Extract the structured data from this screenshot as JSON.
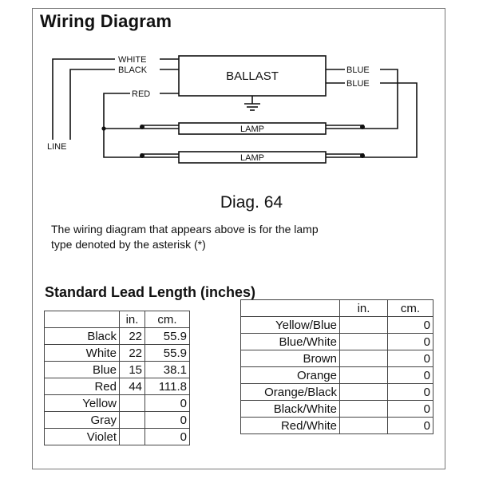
{
  "title": "Wiring Diagram",
  "diagram": {
    "ballast_label": "BALLAST",
    "lamp_labels": [
      "LAMP",
      "LAMP"
    ],
    "wire_labels": {
      "white": "WHITE",
      "black": "BLACK",
      "red": "RED",
      "blue1": "BLUE",
      "blue2": "BLUE",
      "line": "LINE"
    }
  },
  "diag_number": "Diag. 64",
  "note": "The wiring diagram that appears above is for the lamp type denoted by the asterisk (*)",
  "lead_table_title": "Standard Lead Length (inches)",
  "headers": {
    "in": "in.",
    "cm": "cm."
  },
  "left_rows": [
    {
      "color": "Black",
      "in": "22",
      "cm": "55.9"
    },
    {
      "color": "White",
      "in": "22",
      "cm": "55.9"
    },
    {
      "color": "Blue",
      "in": "15",
      "cm": "38.1"
    },
    {
      "color": "Red",
      "in": "44",
      "cm": "111.8"
    },
    {
      "color": "Yellow",
      "in": "",
      "cm": "0"
    },
    {
      "color": "Gray",
      "in": "",
      "cm": "0"
    },
    {
      "color": "Violet",
      "in": "",
      "cm": "0"
    }
  ],
  "right_rows": [
    {
      "color": "Yellow/Blue",
      "in": "",
      "cm": "0"
    },
    {
      "color": "Blue/White",
      "in": "",
      "cm": "0"
    },
    {
      "color": "Brown",
      "in": "",
      "cm": "0"
    },
    {
      "color": "Orange",
      "in": "",
      "cm": "0"
    },
    {
      "color": "Orange/Black",
      "in": "",
      "cm": "0"
    },
    {
      "color": "Black/White",
      "in": "",
      "cm": "0"
    },
    {
      "color": "Red/White",
      "in": "",
      "cm": "0"
    }
  ]
}
